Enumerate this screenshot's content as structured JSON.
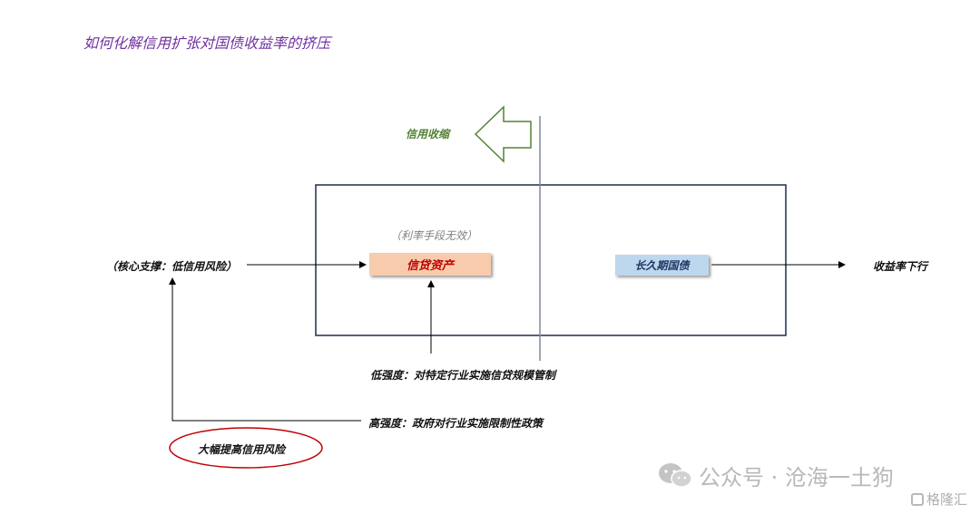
{
  "title": "如何化解信用扩张对国债收益率的挤压",
  "credit_contraction_label": "信用收缩",
  "rate_tool_note": "（利率手段无效）",
  "core_support_label": "（核心支撑：低信用风险）",
  "credit_asset_label": "信贷资产",
  "long_bond_label": "长久期国债",
  "yield_down_label": "收益率下行",
  "low_intensity_label": "低强度：对特定行业实施信贷规模管制",
  "high_intensity_label": "高强度：政府对行业实施限制性政策",
  "credit_risk_label": "大幅提高信用风险",
  "watermark": {
    "text": "公众号 · 沧海一土狗",
    "logo_text": "格隆汇"
  },
  "colors": {
    "title": "#7030a0",
    "arrow_green": "#548235",
    "credit_box": "#f8cbad",
    "credit_text": "#c00000",
    "bond_box": "#bdd7ee",
    "bond_text": "#1f3864",
    "frame": "#1f2d4d",
    "ellipse": "#c00000"
  }
}
